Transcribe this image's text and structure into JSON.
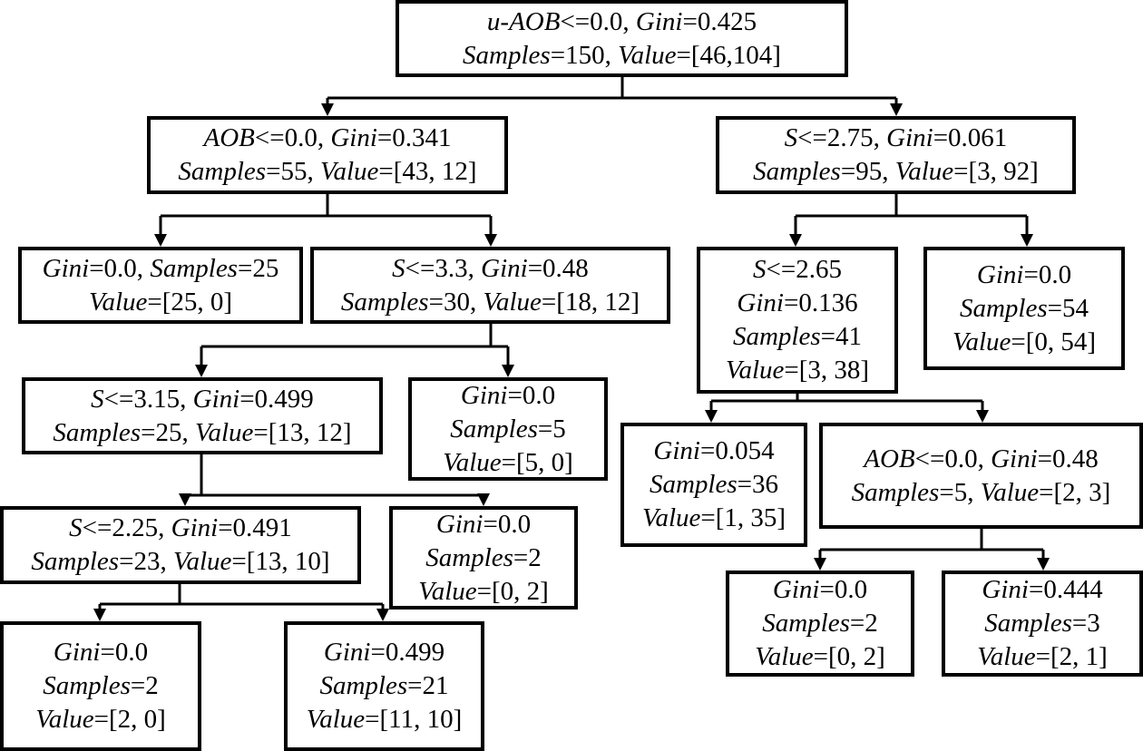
{
  "nodes": {
    "root": [
      [
        {
          "it": "u-AOB"
        },
        {
          "t": "<=0.0, "
        },
        {
          "it": "Gini"
        },
        {
          "t": "=0.425"
        }
      ],
      [
        {
          "it": "Samples"
        },
        {
          "t": "=150, "
        },
        {
          "it": "Value"
        },
        {
          "t": "=[46,104]"
        }
      ]
    ],
    "n_aob": [
      [
        {
          "it": "AOB"
        },
        {
          "t": "<=0.0, "
        },
        {
          "it": "Gini"
        },
        {
          "t": "=0.341"
        }
      ],
      [
        {
          "it": "Samples"
        },
        {
          "t": "=55, "
        },
        {
          "it": "Value"
        },
        {
          "t": "=[43, 12]"
        }
      ]
    ],
    "n_s275": [
      [
        {
          "it": "S"
        },
        {
          "t": "<=2.75, "
        },
        {
          "it": "Gini"
        },
        {
          "t": "=0.061"
        }
      ],
      [
        {
          "it": "Samples"
        },
        {
          "t": "=95, "
        },
        {
          "it": "Value"
        },
        {
          "t": "=[3, 92]"
        }
      ]
    ],
    "leaf_25": [
      [
        {
          "it": "Gini"
        },
        {
          "t": "=0.0, "
        },
        {
          "it": "Samples"
        },
        {
          "t": "=25"
        }
      ],
      [
        {
          "it": "Value"
        },
        {
          "t": "=[25, 0]"
        }
      ]
    ],
    "n_s33": [
      [
        {
          "it": "S"
        },
        {
          "t": "<=3.3, "
        },
        {
          "it": "Gini"
        },
        {
          "t": "=0.48"
        }
      ],
      [
        {
          "it": "Samples"
        },
        {
          "t": "=30, "
        },
        {
          "it": "Value"
        },
        {
          "t": "=[18, 12]"
        }
      ]
    ],
    "n_s265": [
      [
        {
          "it": "S"
        },
        {
          "t": "<=2.65"
        }
      ],
      [
        {
          "it": "Gini"
        },
        {
          "t": "=0.136"
        }
      ],
      [
        {
          "it": "Samples"
        },
        {
          "t": "=41"
        }
      ],
      [
        {
          "it": "Value"
        },
        {
          "t": "=[3, 38]"
        }
      ]
    ],
    "leaf_54": [
      [
        {
          "it": "Gini"
        },
        {
          "t": "=0.0"
        }
      ],
      [
        {
          "it": "Samples"
        },
        {
          "t": "=54"
        }
      ],
      [
        {
          "it": "Value"
        },
        {
          "t": "=[0, 54]"
        }
      ]
    ],
    "n_s315": [
      [
        {
          "it": "S"
        },
        {
          "t": "<=3.15, "
        },
        {
          "it": "Gini"
        },
        {
          "t": "=0.499"
        }
      ],
      [
        {
          "it": "Samples"
        },
        {
          "t": "=25, "
        },
        {
          "it": "Value"
        },
        {
          "t": "=[13, 12]"
        }
      ]
    ],
    "leaf_5": [
      [
        {
          "it": "Gini"
        },
        {
          "t": "=0.0"
        }
      ],
      [
        {
          "it": "Samples"
        },
        {
          "t": "=5"
        }
      ],
      [
        {
          "it": "Value"
        },
        {
          "t": "=[5, 0]"
        }
      ]
    ],
    "leaf_36": [
      [
        {
          "it": "Gini"
        },
        {
          "t": "=0.054"
        }
      ],
      [
        {
          "it": "Samples"
        },
        {
          "t": "=36"
        }
      ],
      [
        {
          "it": "Value"
        },
        {
          "t": "=[1, 35]"
        }
      ]
    ],
    "n_aob2": [
      [
        {
          "it": "AOB"
        },
        {
          "t": "<=0.0, "
        },
        {
          "it": "Gini"
        },
        {
          "t": "=0.48"
        }
      ],
      [
        {
          "it": "Samples"
        },
        {
          "t": "=5, "
        },
        {
          "it": "Value"
        },
        {
          "t": "=[2, 3]"
        }
      ]
    ],
    "n_s225": [
      [
        {
          "it": "S"
        },
        {
          "t": "<=2.25, "
        },
        {
          "it": "Gini"
        },
        {
          "t": "=0.491"
        }
      ],
      [
        {
          "it": "Samples"
        },
        {
          "t": "=23, "
        },
        {
          "it": "Value"
        },
        {
          "t": "=[13, 10]"
        }
      ]
    ],
    "leaf_2a": [
      [
        {
          "it": "Gini"
        },
        {
          "t": "=0.0"
        }
      ],
      [
        {
          "it": "Samples"
        },
        {
          "t": "=2"
        }
      ],
      [
        {
          "it": "Value"
        },
        {
          "t": "=[0, 2]"
        }
      ]
    ],
    "leaf_2b": [
      [
        {
          "it": "Gini"
        },
        {
          "t": "=0.0"
        }
      ],
      [
        {
          "it": "Samples"
        },
        {
          "t": "=2"
        }
      ],
      [
        {
          "it": "Value"
        },
        {
          "t": "=[0, 2]"
        }
      ]
    ],
    "leaf_3": [
      [
        {
          "it": "Gini"
        },
        {
          "t": "=0.444"
        }
      ],
      [
        {
          "it": "Samples"
        },
        {
          "t": "=3"
        }
      ],
      [
        {
          "it": "Value"
        },
        {
          "t": "=[2, 1]"
        }
      ]
    ],
    "leaf_2c": [
      [
        {
          "it": "Gini"
        },
        {
          "t": "=0.0"
        }
      ],
      [
        {
          "it": "Samples"
        },
        {
          "t": "=2"
        }
      ],
      [
        {
          "it": "Value"
        },
        {
          "t": "=[2, 0]"
        }
      ]
    ],
    "leaf_21": [
      [
        {
          "it": "Gini"
        },
        {
          "t": "=0.499"
        }
      ],
      [
        {
          "it": "Samples"
        },
        {
          "t": "=21"
        }
      ],
      [
        {
          "it": "Value"
        },
        {
          "t": "=[11, 10]"
        }
      ]
    ]
  }
}
